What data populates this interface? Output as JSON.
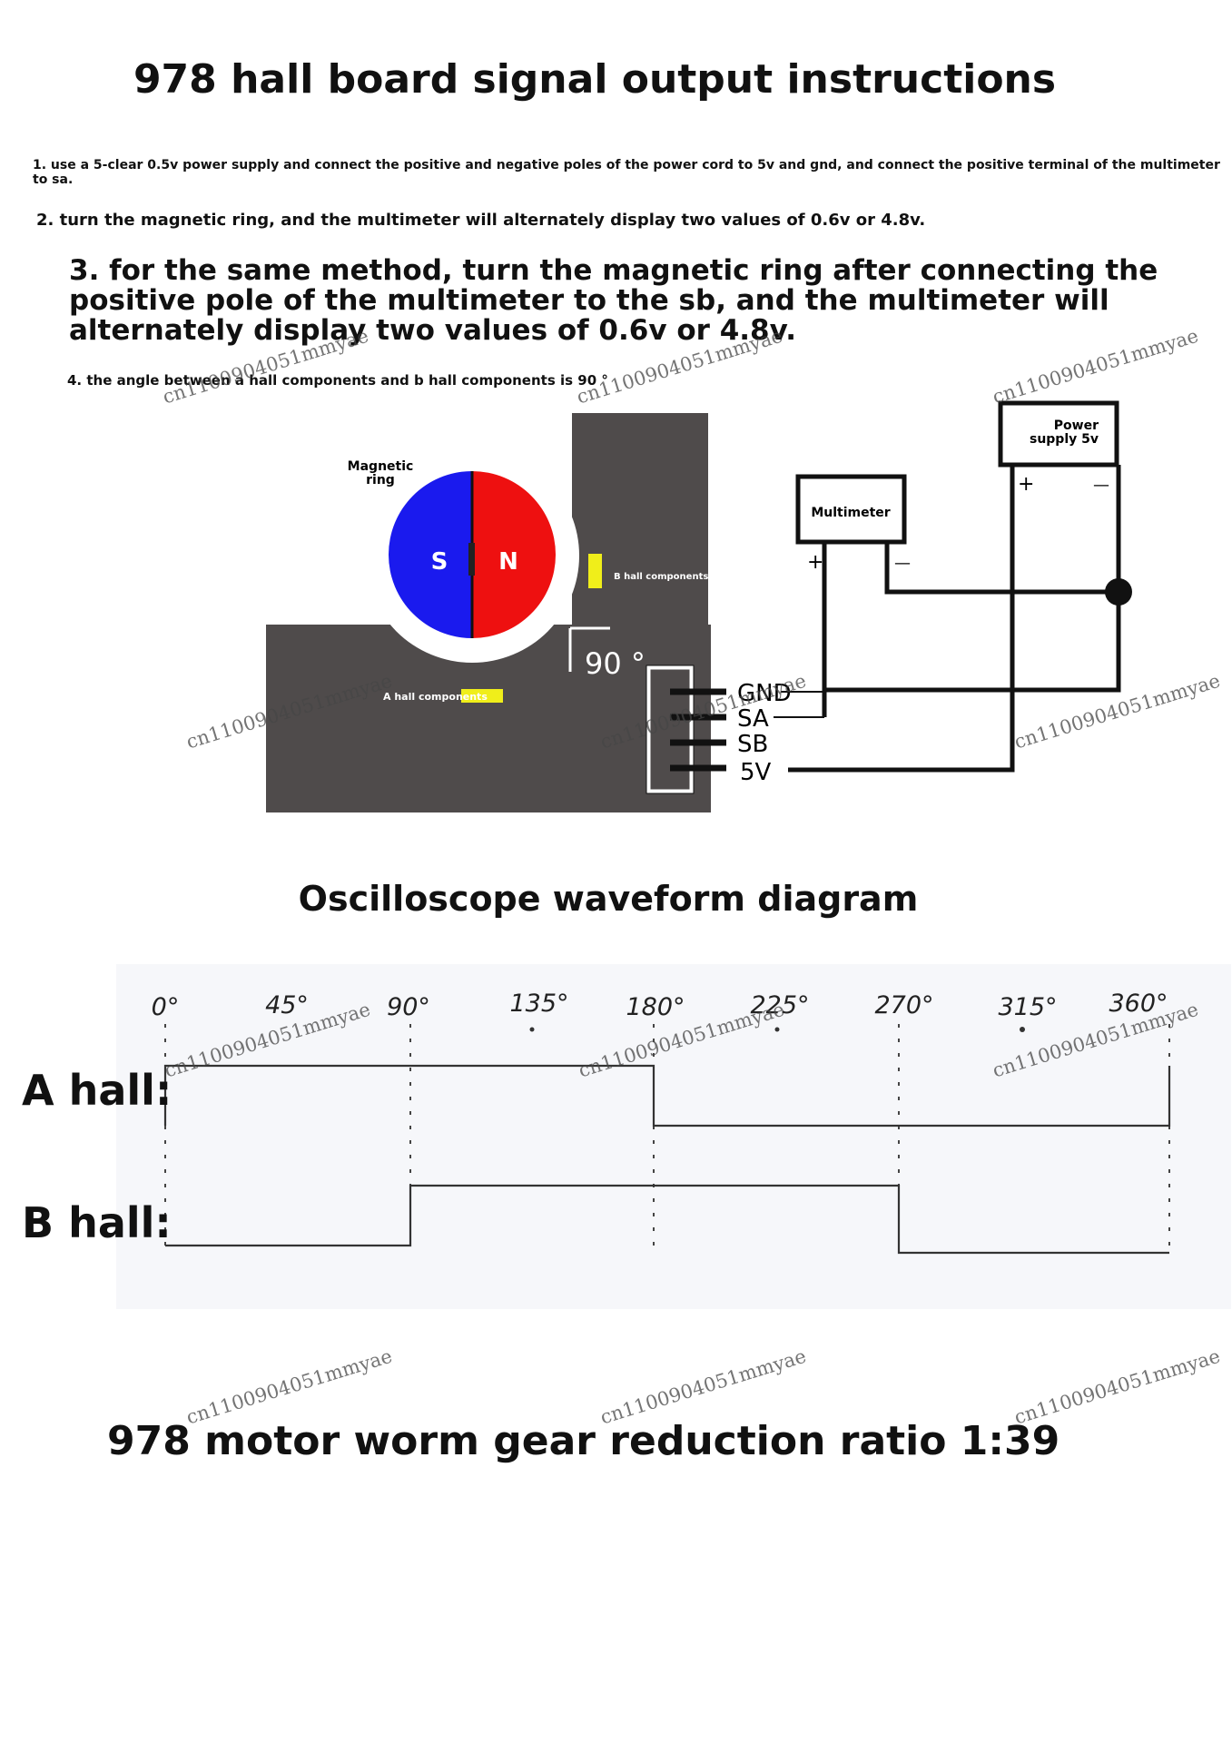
{
  "title": "978 hall board signal output instructions",
  "instructions": [
    "1. use a 5-clear 0.5v power supply and connect the positive and negative poles of the power cord to 5v and gnd, and connect the positive terminal of the multimeter to sa.",
    "2. turn the magnetic ring, and the multimeter will alternately display two values of 0.6v or 4.8v.",
    "3. for the same method, turn the magnetic ring after connecting the positive pole of the multimeter to the sb, and the multimeter will alternately display two values of 0.6v or 4.8v.",
    "4. the angle between a hall components and b hall components is 90 °"
  ],
  "diagram": {
    "magnetic_ring_label_1": "Magnetic",
    "magnetic_ring_label_2": "ring",
    "pole_s": "S",
    "pole_n": "N",
    "b_hall_label": "B hall components",
    "a_hall_label": "A hall components",
    "angle_label": "90 °",
    "multimeter_label": "Multimeter",
    "power_supply_label_1": "Power",
    "power_supply_label_2": "supply 5v",
    "plus": "+",
    "minus": "—",
    "pins": [
      "GND",
      "SA",
      "SB",
      "5V"
    ],
    "colors": {
      "board": "#4f4b4b",
      "s_pole": "#1a1aee",
      "n_pole": "#ee1010",
      "hall_sensor": "#f0ee1a"
    }
  },
  "oscilloscope": {
    "title": "Oscilloscope waveform diagram",
    "angle_ticks": [
      "0°",
      "45°",
      "90°",
      "135°",
      "180°",
      "225°",
      "270°",
      "315°",
      "360°"
    ],
    "a_hall_label": "A hall:",
    "b_hall_label": "B hall:"
  },
  "footer": "978 motor worm gear reduction ratio 1:39",
  "watermark": "cn1100904051mmyae"
}
